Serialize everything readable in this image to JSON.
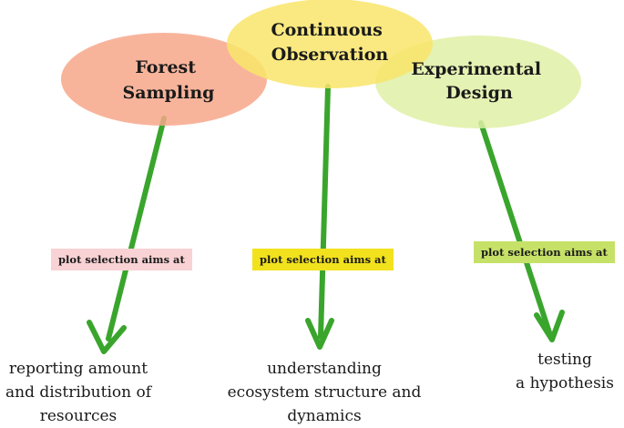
{
  "nodes": [
    {
      "id": "forest",
      "lines": [
        "Forest",
        "Sampling"
      ],
      "color": "#f7a78a"
    },
    {
      "id": "continuous",
      "lines": [
        "Continuous",
        "Observation"
      ],
      "color": "#f9e56a"
    },
    {
      "id": "experimental",
      "lines": [
        "Experimental",
        "Design"
      ],
      "color": "#dff0a6"
    }
  ],
  "connector_label": "plot selection aims at",
  "tags": [
    {
      "text": "plot selection aims at",
      "bg": "#f8d2d4"
    },
    {
      "text": "plot selection aims at",
      "bg": "#f2e21d"
    },
    {
      "text": "plot selection aims at",
      "bg": "#c6e167"
    }
  ],
  "outcomes": [
    {
      "lines": [
        "reporting amount",
        "and distribution of",
        "resources"
      ]
    },
    {
      "lines": [
        "understanding",
        "ecosystem structure and",
        "dynamics"
      ]
    },
    {
      "lines": [
        "testing",
        "a hypothesis"
      ]
    }
  ],
  "arrow_color": "#3aa52c"
}
